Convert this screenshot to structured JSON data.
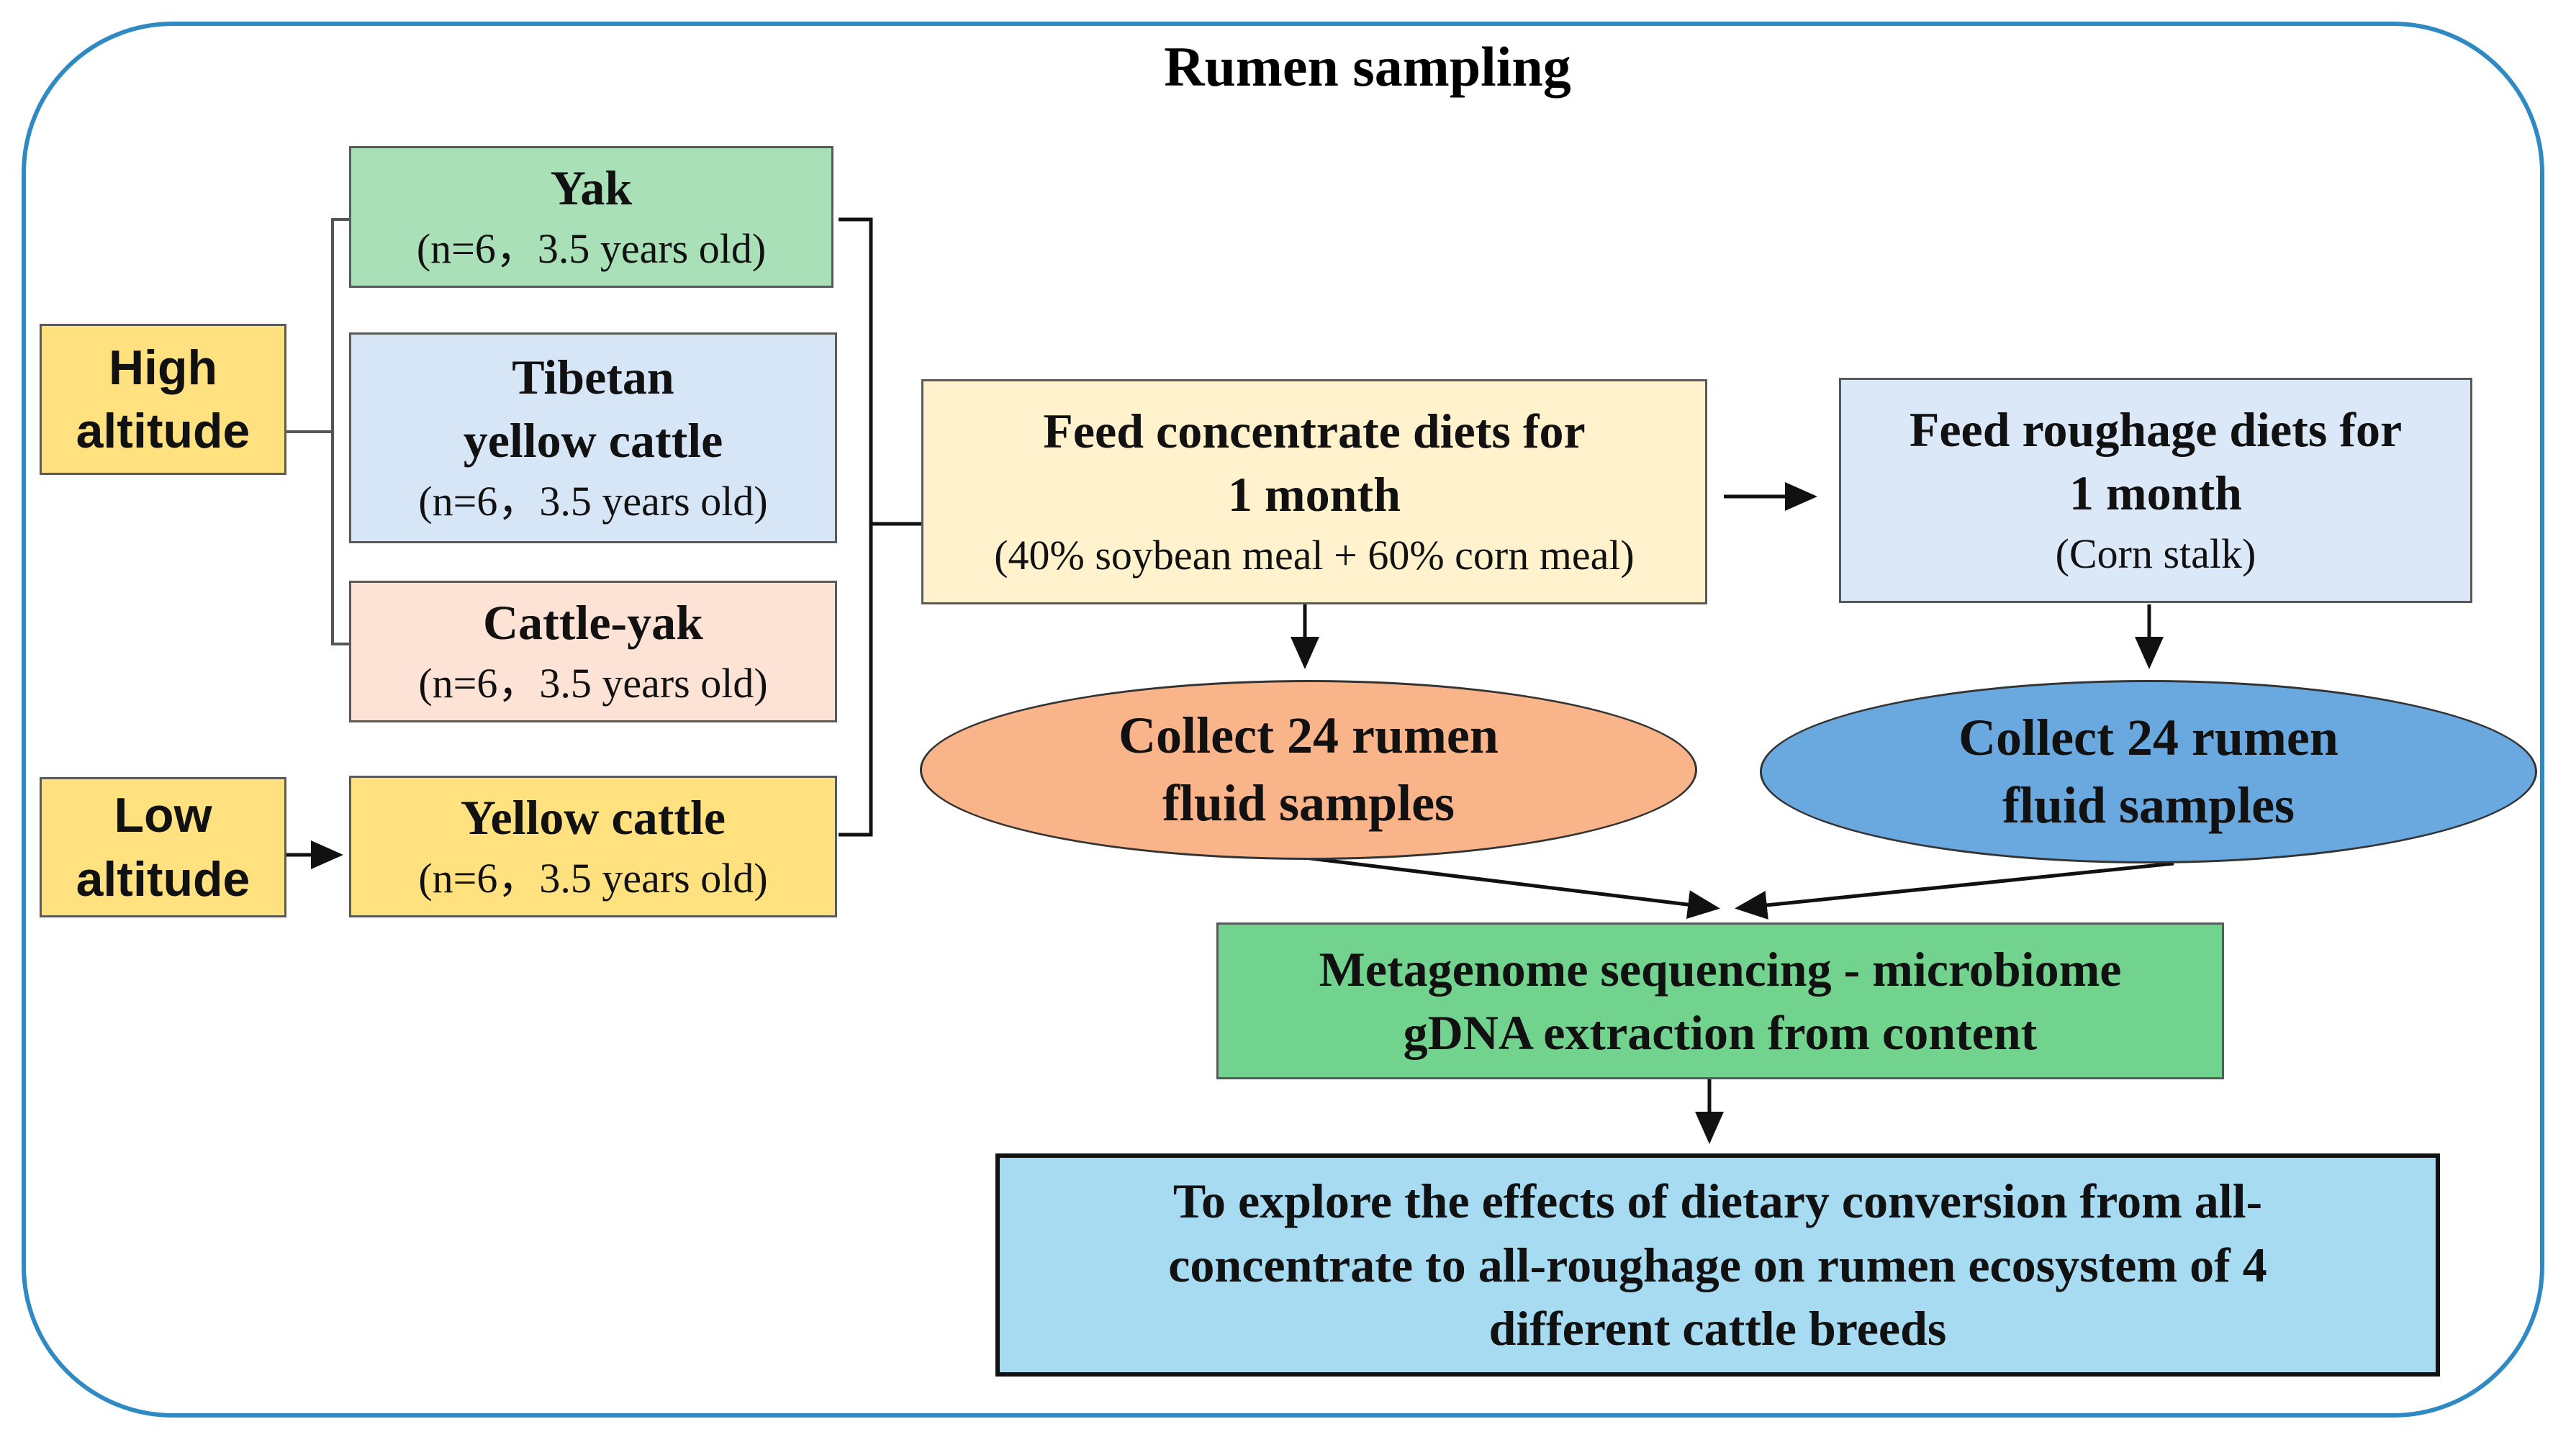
{
  "title": "Rumen sampling",
  "colors": {
    "frame": "#2f8ac4",
    "yak": "#a9e0b8",
    "tibetan": "#d6e6f6",
    "cattle_yak": "#fde3d6",
    "yellow": "#ffe17f",
    "concentrate": "#fff2cc",
    "roughage": "#dbe8f7",
    "collect_left": "#f9b48a",
    "collect_right": "#6aa8e0",
    "metagenome": "#72d38e",
    "explore": "#a6dbf2"
  },
  "altitudes": {
    "high": [
      "High",
      "altitude"
    ],
    "low": [
      "Low",
      "altitude"
    ]
  },
  "breeds": [
    {
      "name": "Yak",
      "detail": "(n=6，3.5 years old)"
    },
    {
      "name_lines": [
        "Tibetan",
        "yellow cattle"
      ],
      "detail": "(n=6，3.5 years old)"
    },
    {
      "name": "Cattle-yak",
      "detail": "(n=6，3.5 years old)"
    },
    {
      "name": "Yellow cattle",
      "detail": "(n=6，3.5 years old)"
    }
  ],
  "concentrate": {
    "lines": [
      "Feed concentrate diets for",
      "1 month"
    ],
    "detail": "(40% soybean meal + 60% corn meal)"
  },
  "roughage": {
    "lines": [
      "Feed roughage diets for",
      "1 month"
    ],
    "detail": "(Corn stalk)"
  },
  "collect_left": [
    "Collect 24 rumen",
    "fluid samples"
  ],
  "collect_right": [
    "Collect 24 rumen",
    "fluid samples"
  ],
  "metagenome": [
    "Metagenome sequencing - microbiome",
    "gDNA extraction from content"
  ],
  "explore": [
    "To explore the effects of  dietary conversion from all-",
    "concentrate to all-roughage on rumen ecosystem of 4",
    "different cattle breeds"
  ]
}
